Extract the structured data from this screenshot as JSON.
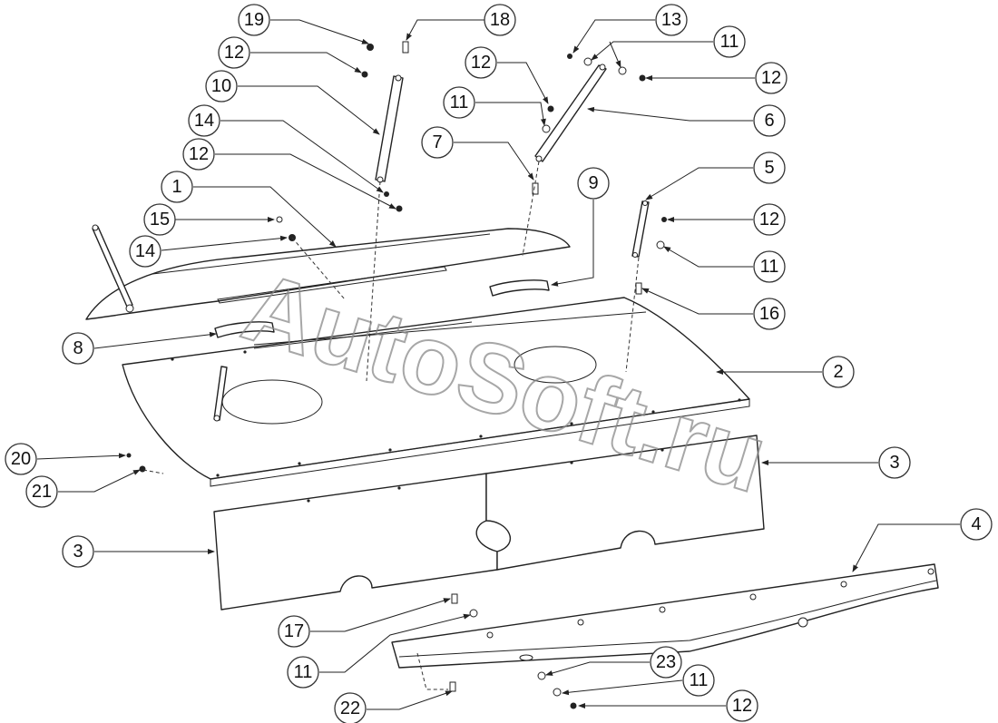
{
  "watermark": {
    "text": "AutoSoft.ru"
  },
  "callouts": [
    "19",
    "12",
    "10",
    "14",
    "12",
    "1",
    "15",
    "14",
    "8",
    "18",
    "12",
    "11",
    "7",
    "13",
    "11",
    "12",
    "6",
    "5",
    "9",
    "12",
    "11",
    "16",
    "2",
    "3",
    "3",
    "4",
    "20",
    "21",
    "17",
    "11",
    "23",
    "11",
    "12",
    "22"
  ]
}
